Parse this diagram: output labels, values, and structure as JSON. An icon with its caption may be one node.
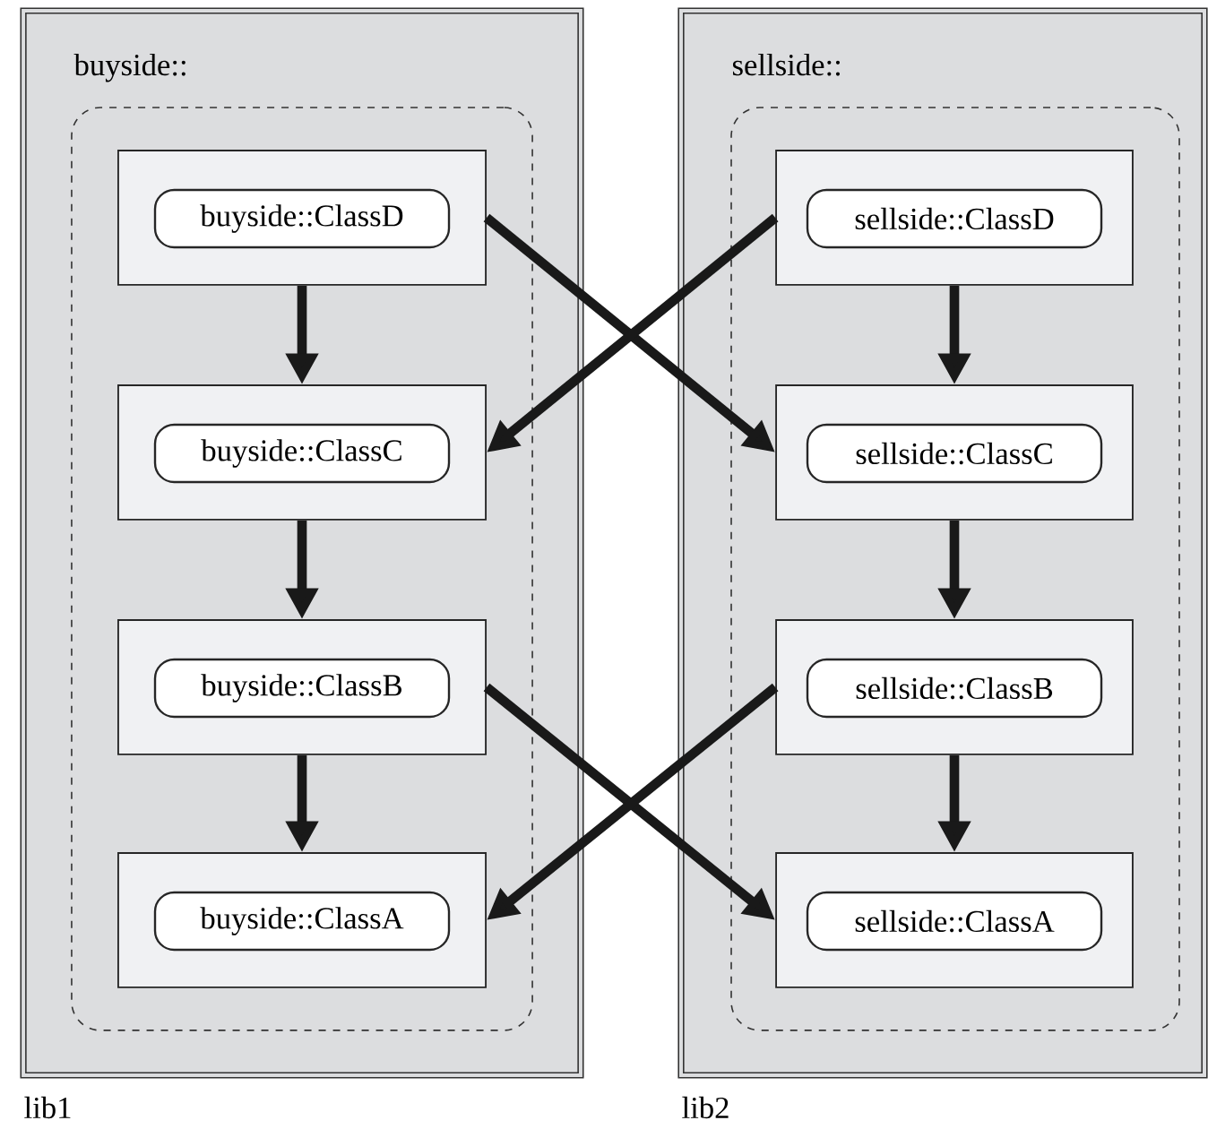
{
  "diagram": {
    "nodes": [
      {
        "text": [
          "buyside::"
        ],
        "beside": [
          "lib1"
        ]
      },
      {
        "text": [],
        "shape": "box",
        "in": 0
      },
      {
        "text": [],
        "shape": "box",
        "in": 1
      },
      {
        "text": [
          "buyside::ClassD"
        ],
        "in": 2
      },
      {
        "text": [],
        "shape": "box",
        "in": 1
      },
      {
        "text": [
          "buyside::ClassC"
        ],
        "in": 4
      },
      {
        "text": [],
        "shape": "box",
        "in": 1
      },
      {
        "text": [
          "buyside::ClassB"
        ],
        "in": 6
      },
      {
        "text": [],
        "shape": "box",
        "in": 1
      },
      {
        "text": [
          "buyside::ClassA"
        ],
        "in": 8
      },
      {
        "text": [
          "sellside::"
        ],
        "beside": [
          "lib2"
        ]
      },
      {
        "text": [],
        "shape": "box",
        "in": 10
      },
      {
        "text": [],
        "shape": "box",
        "in": 11
      },
      {
        "text": [
          "sellside::ClassD"
        ],
        "in": 12
      },
      {
        "text": [],
        "shape": "box",
        "in": 11
      },
      {
        "text": [
          "sellside::ClassC"
        ],
        "in": 14
      },
      {
        "text": [],
        "shape": "box",
        "in": 11
      },
      {
        "text": [
          "sellside::ClassB"
        ],
        "in": 16
      },
      {
        "text": [],
        "shape": "box",
        "in": 11
      },
      {
        "text": [
          "sellside::ClassA"
        ],
        "in": 18
      }
    ],
    "edges": [
      {
        "from": 2,
        "to": 4,
        "arrow": "to"
      },
      {
        "from": 4,
        "to": 6,
        "arrow": "to"
      },
      {
        "from": 6,
        "to": 8,
        "arrow": "to"
      },
      {
        "from": 12,
        "to": 14,
        "arrow": "to"
      },
      {
        "from": 14,
        "to": 16,
        "arrow": "to"
      },
      {
        "from": 16,
        "to": 18,
        "arrow": "to"
      },
      {
        "from": 2,
        "to": 14,
        "arrow": "to"
      },
      {
        "from": 12,
        "to": 4,
        "arrow": "to"
      },
      {
        "from": 6,
        "to": 18,
        "arrow": "to"
      },
      {
        "from": 16,
        "to": 8,
        "arrow": "to"
      }
    ]
  }
}
